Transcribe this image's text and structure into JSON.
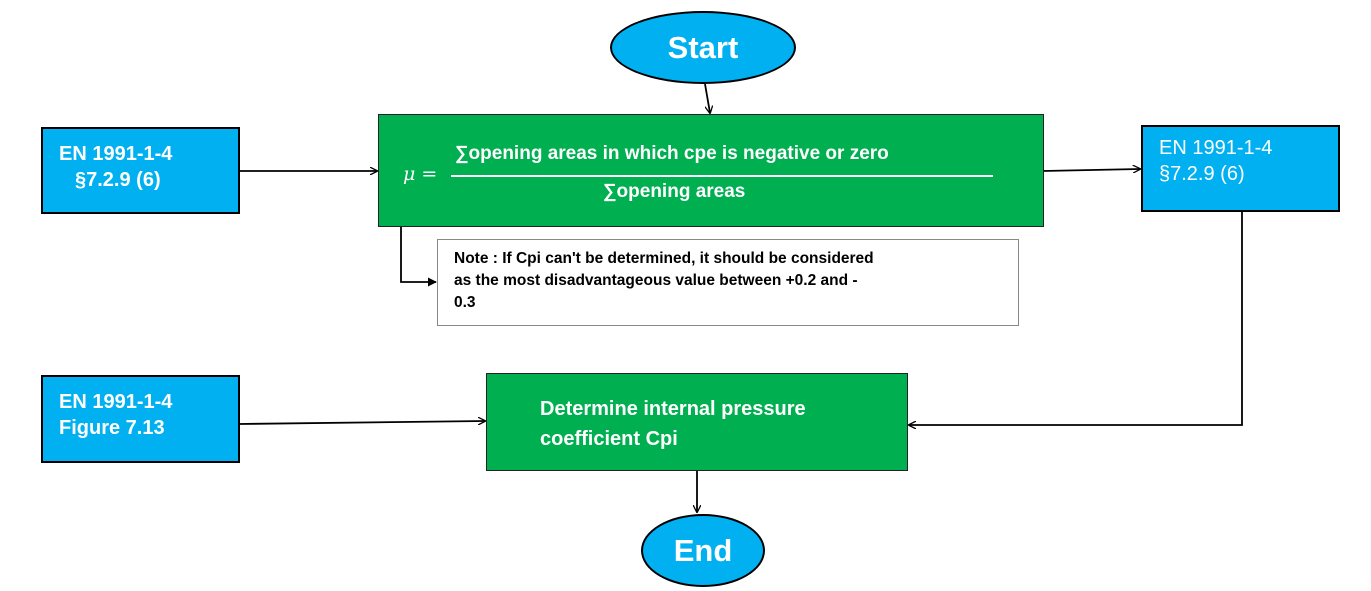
{
  "start": {
    "label": "Start"
  },
  "end": {
    "label": "End"
  },
  "ref_left_top": {
    "line1": "EN 1991-1-4",
    "line2": "§7.2.9 (6)"
  },
  "ref_right": {
    "line1": "EN 1991-1-4",
    "line2": "§7.2.9 (6)"
  },
  "ref_left_bottom": {
    "line1": "EN 1991-1-4",
    "line2": "Figure 7.13"
  },
  "formula": {
    "lhs": "μ =",
    "numerator": "∑opening areas in which cpe is negative or zero",
    "denominator": "∑opening areas"
  },
  "note": {
    "line1": "Note : If Cpi can't be determined, it should be considered",
    "line2": "as the most disadvantageous value between +0.2 and -",
    "line3": "0.3"
  },
  "determine": {
    "line1": "Determine internal pressure",
    "line2": "coefficient Cpi"
  },
  "colors": {
    "blue": "#00b0f0",
    "green": "#00b050",
    "text": "#ffffff"
  }
}
